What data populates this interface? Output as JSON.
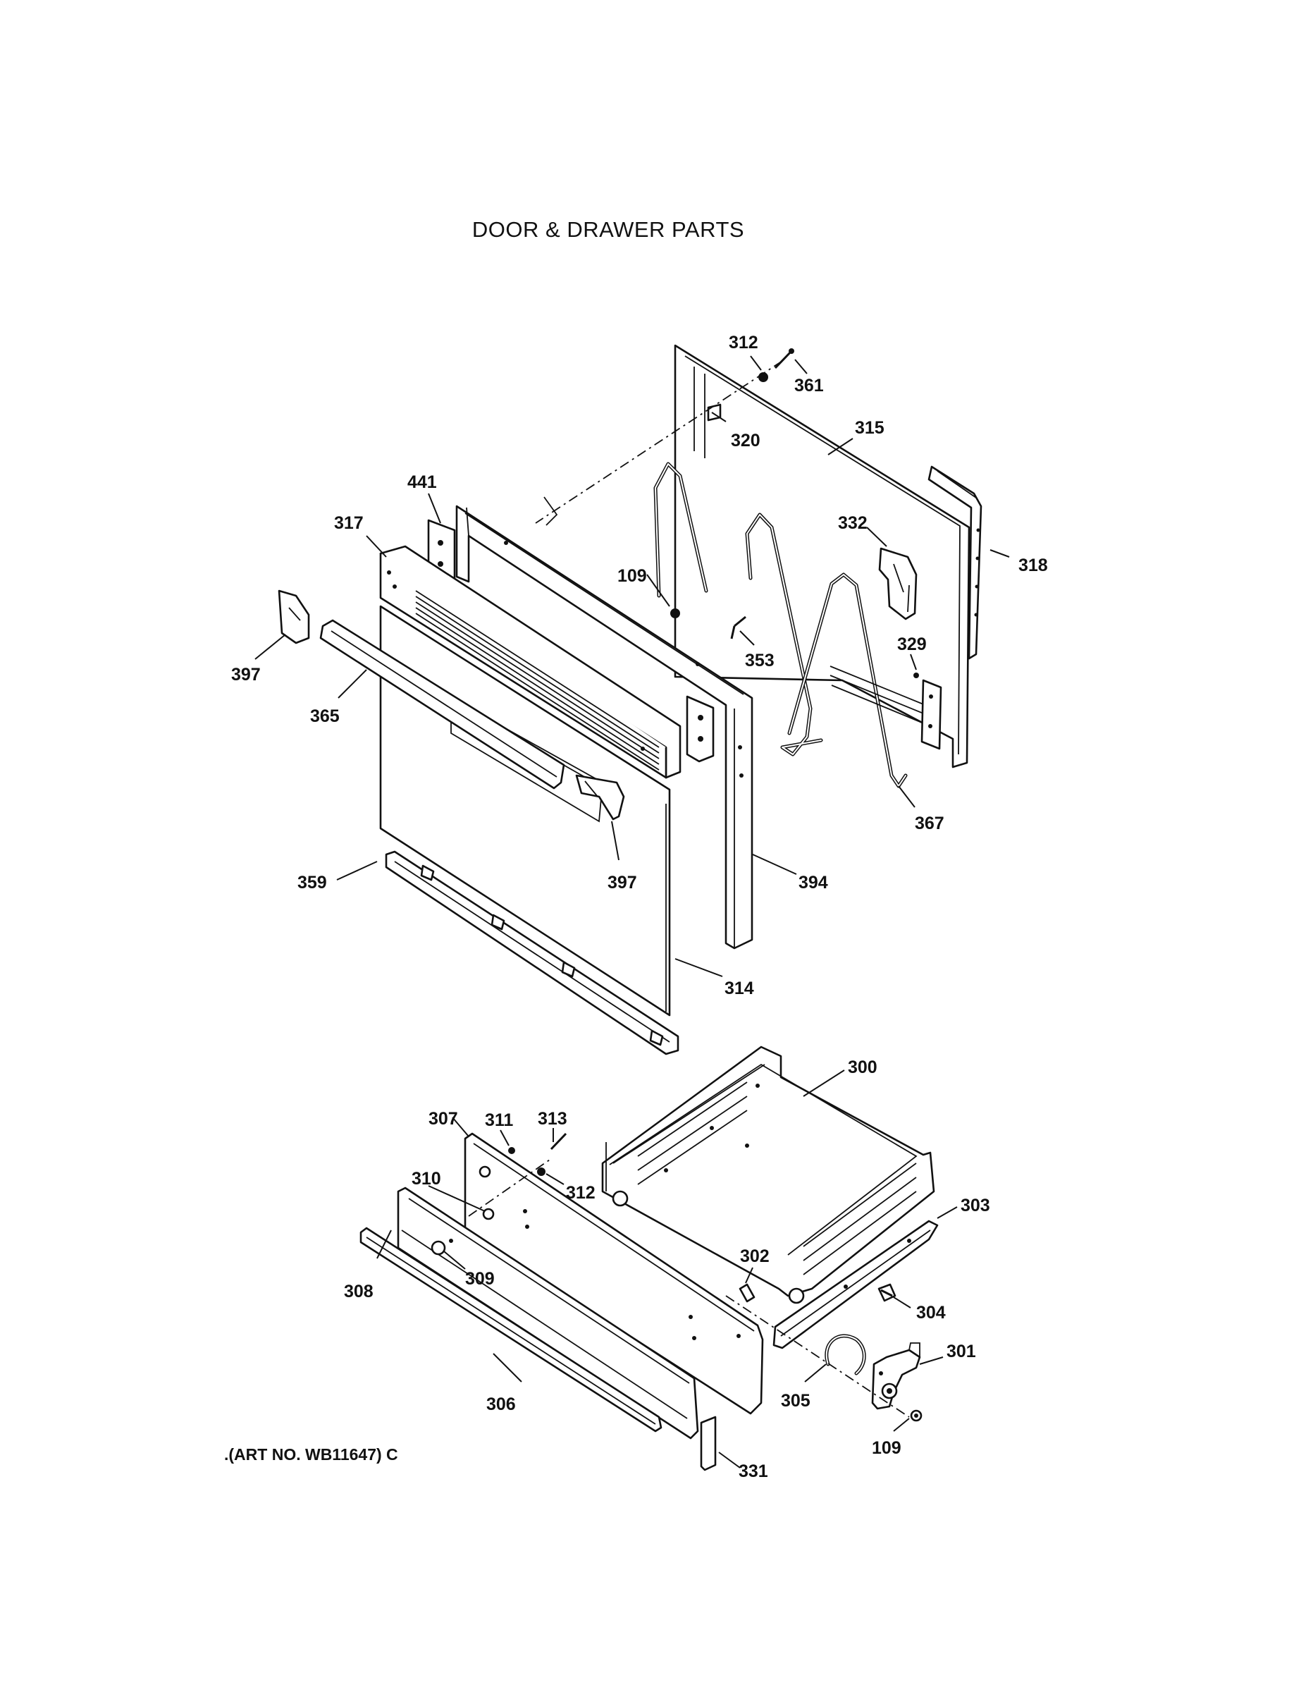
{
  "title": "DOOR & DRAWER PARTS",
  "art_number": ".(ART NO. WB11647) C",
  "callouts": {
    "c312a": "312",
    "c361": "361",
    "c320": "320",
    "c315": "315",
    "c441": "441",
    "c317": "317",
    "c332": "332",
    "c318": "318",
    "c109a": "109",
    "c353": "353",
    "c329": "329",
    "c397a": "397",
    "c365": "365",
    "c367": "367",
    "c359": "359",
    "c397b": "397",
    "c394": "394",
    "c314": "314",
    "c300": "300",
    "c307": "307",
    "c311": "311",
    "c313": "313",
    "c310": "310",
    "c312b": "312",
    "c303": "303",
    "c302": "302",
    "c309": "309",
    "c308": "308",
    "c304": "304",
    "c301": "301",
    "c305": "305",
    "c306": "306",
    "c109b": "109",
    "c331": "331"
  }
}
